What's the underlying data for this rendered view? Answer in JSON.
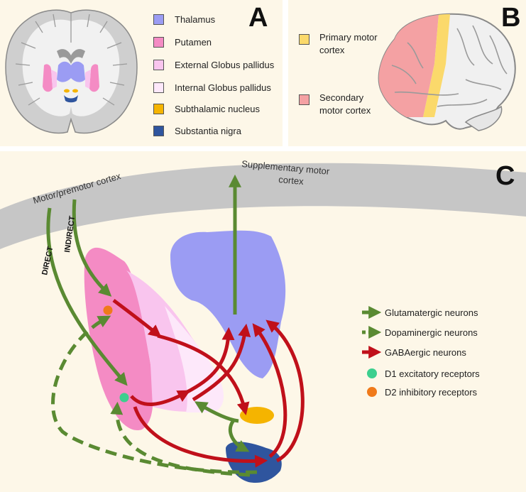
{
  "panel_a": {
    "letter": "A",
    "legend": [
      {
        "label": "Thalamus",
        "color": "#9b9cf3"
      },
      {
        "label": "Putamen",
        "color": "#f48bc4"
      },
      {
        "label": "External Globus pallidus",
        "color": "#f9c5ee"
      },
      {
        "label": "Internal Globus pallidus",
        "color": "#fde8fa"
      },
      {
        "label": "Subthalamic nucleus",
        "color": "#f5b400"
      },
      {
        "label": "Substantia nigra",
        "color": "#2f559e"
      }
    ]
  },
  "panel_b": {
    "letter": "B",
    "legend": [
      {
        "line1": "Primary motor",
        "line2": "cortex",
        "color": "#fbd96b"
      },
      {
        "line1": "Secondary",
        "line2": "motor cortex",
        "color": "#f4a1a3"
      }
    ]
  },
  "panel_c": {
    "letter": "C",
    "cortex_left_label": "Motor/premotor cortex",
    "cortex_right_line1": "Supplementary motor",
    "cortex_right_line2": "cortex",
    "direct_label": "DIRECT",
    "indirect_label": "INDIRECT",
    "legend": {
      "glutamatergic": "Glutamatergic neurons",
      "dopaminergic": "Dopaminergic neurons",
      "gabaergic": "GABAergic neurons",
      "d1": "D1 excitatory receptors",
      "d2": "D2 inhibitory receptors"
    },
    "colors": {
      "glutamatergic": "#5a8a32",
      "gabaergic": "#c0101a",
      "d1": "#3ccf8e",
      "d2": "#f07a1a"
    }
  }
}
